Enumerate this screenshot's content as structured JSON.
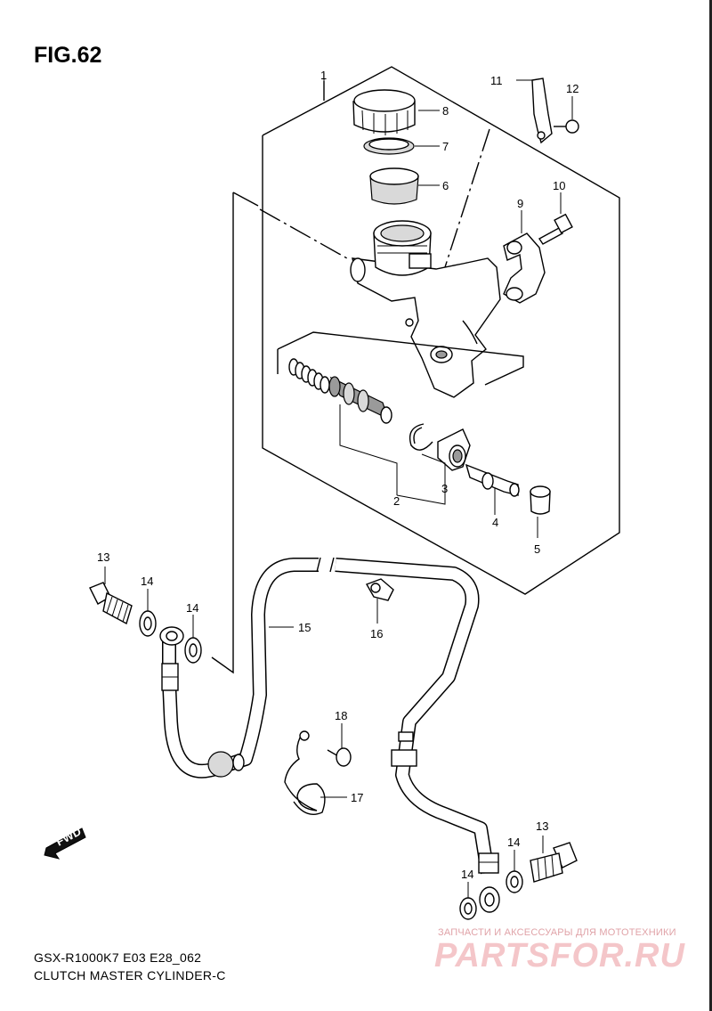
{
  "figure": {
    "title": "FIG.62"
  },
  "footer": {
    "model_line": "GSX-R1000K7 E03 E28_062",
    "caption": "CLUTCH MASTER CYLINDER-C"
  },
  "watermark": {
    "top_text": "ЗАПЧАСТИ И АКСЕССУАРЫ ДЛЯ МОТОТЕХНИКИ",
    "brand": "PARTSFOR.RU"
  },
  "fwd_badge": {
    "label": "FWD"
  },
  "callouts": {
    "c1": "1",
    "c2": "2",
    "c3": "3",
    "c4": "4",
    "c5": "5",
    "c6": "6",
    "c7": "7",
    "c8": "8",
    "c9": "9",
    "c10": "10",
    "c11": "11",
    "c12": "12",
    "c13a": "13",
    "c13b": "13",
    "c14a": "14",
    "c14b": "14",
    "c14c": "14",
    "c14d": "14",
    "c15": "15",
    "c16": "16",
    "c17": "17",
    "c18": "18"
  }
}
